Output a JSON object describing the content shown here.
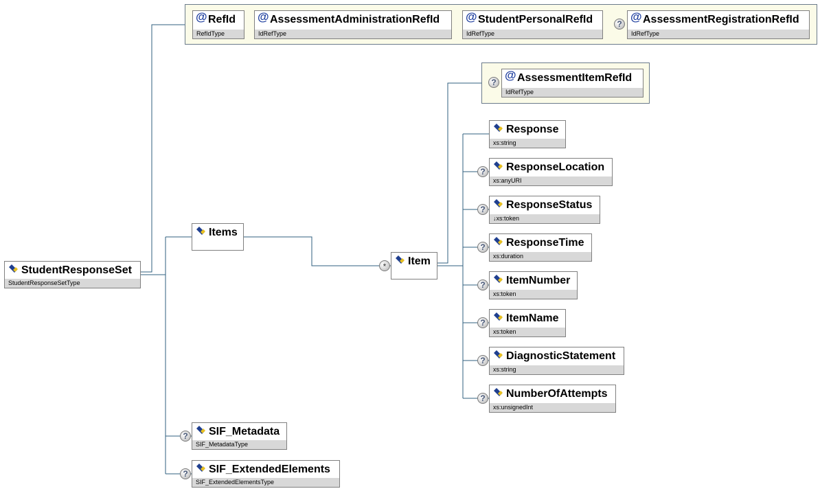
{
  "root": {
    "name": "StudentResponseSet",
    "type": "StudentResponseSetType"
  },
  "attributes": [
    {
      "name": "RefId",
      "type": "RefIdType",
      "optional": false
    },
    {
      "name": "AssessmentAdministrationRefId",
      "type": "IdRefType",
      "optional": false
    },
    {
      "name": "StudentPersonalRefId",
      "type": "IdRefType",
      "optional": false
    },
    {
      "name": "AssessmentRegistrationRefId",
      "type": "IdRefType",
      "optional": true
    }
  ],
  "items": {
    "name": "Items"
  },
  "item": {
    "name": "Item",
    "multiplicity": "*"
  },
  "item_attribute": {
    "name": "AssessmentItemRefId",
    "type": "IdRefType",
    "optional": true
  },
  "item_children": [
    {
      "name": "Response",
      "type": "xs:string",
      "optional": false
    },
    {
      "name": "ResponseLocation",
      "type": "xs:anyURI",
      "optional": true
    },
    {
      "name": "ResponseStatus",
      "type": "↓xs:token",
      "optional": true
    },
    {
      "name": "ResponseTime",
      "type": "xs:duration",
      "optional": true
    },
    {
      "name": "ItemNumber",
      "type": "xs:token",
      "optional": true
    },
    {
      "name": "ItemName",
      "type": "xs:token",
      "optional": true
    },
    {
      "name": "DiagnosticStatement",
      "type": "xs:string",
      "optional": true
    },
    {
      "name": "NumberOfAttempts",
      "type": "xs:unsignedInt",
      "optional": true
    }
  ],
  "metadata": {
    "name": "SIF_Metadata",
    "type": "SIF_MetadataType",
    "optional": true
  },
  "extended": {
    "name": "SIF_ExtendedElements",
    "type": "SIF_ExtendedElementsType",
    "optional": true
  },
  "symbols": {
    "optional": "?"
  },
  "colors": {
    "line": "#2f5f7f",
    "group_bg": "#fbfbe8",
    "type_bar": "#d8d8d8",
    "at_sign": "#1f3f9f"
  },
  "icons": {
    "element": "element-icon",
    "attribute": "at-sign-icon",
    "optional": "question-mark-icon"
  }
}
